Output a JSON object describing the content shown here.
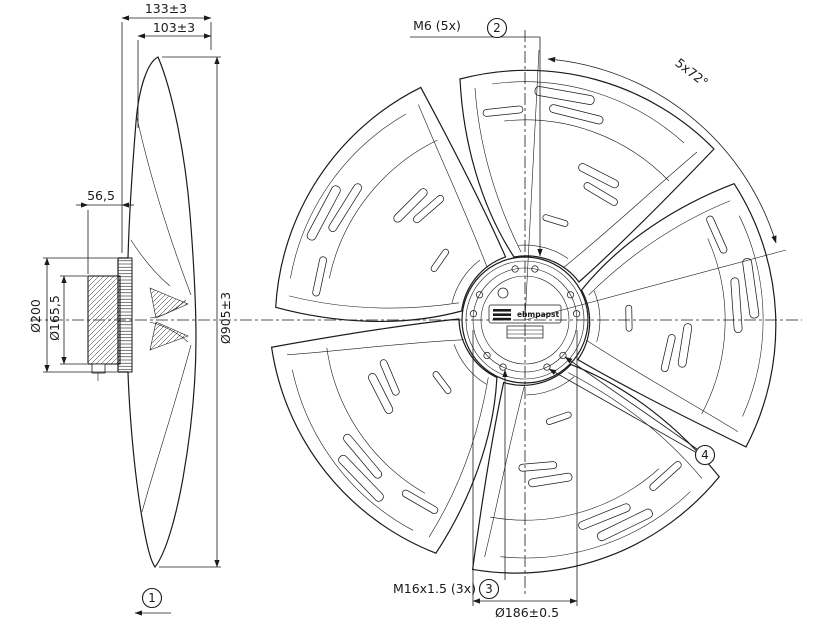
{
  "colors": {
    "line": "#1b1b1b",
    "background": "#ffffff"
  },
  "side_view": {
    "dim_depth_total": "133±3",
    "dim_depth_impeller": "103±3",
    "dim_motor_protrusion": "56,5",
    "dim_motor_diameter": "Ø200",
    "dim_pilot_diameter": "Ø165,5",
    "dim_fan_diameter": "Ø905±3",
    "callout_1": "1"
  },
  "front_view": {
    "label_screws_top": "M6 (5x)",
    "label_blade_pitch": "5x72°",
    "label_thread_bottom": "M16x1.5 (3x)",
    "dim_bolt_circle": "Ø186±0.5",
    "callout_2": "2",
    "callout_3": "3",
    "callout_4": "4",
    "hub_logo": "ebmpapst"
  }
}
